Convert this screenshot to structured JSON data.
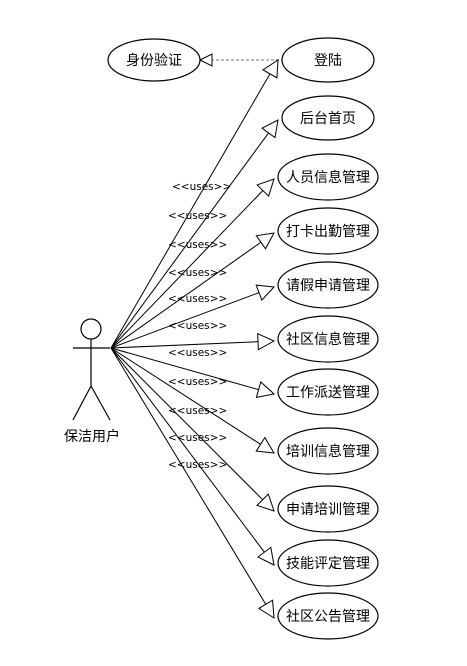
{
  "actor": {
    "label": "保洁用户"
  },
  "extra_use_case": {
    "label": "身份验证"
  },
  "use_cases": [
    {
      "label": "登陆"
    },
    {
      "label": "后台首页"
    },
    {
      "label": "人员信息管理"
    },
    {
      "label": "打卡出勤管理"
    },
    {
      "label": "请假申请管理"
    },
    {
      "label": "社区信息管理"
    },
    {
      "label": "工作派送管理"
    },
    {
      "label": "培训信息管理"
    },
    {
      "label": "申请培训管理"
    },
    {
      "label": "技能评定管理"
    },
    {
      "label": "社区公告管理"
    }
  ],
  "uses_labels": [
    "<<uses>>",
    "<<uses>>",
    "<<uses>>",
    "<<uses>>",
    "<<uses>>",
    "<<uses>>",
    "<<uses>>",
    "<<uses>>",
    "<<uses>>",
    "<<uses>>",
    "<<uses>>"
  ]
}
